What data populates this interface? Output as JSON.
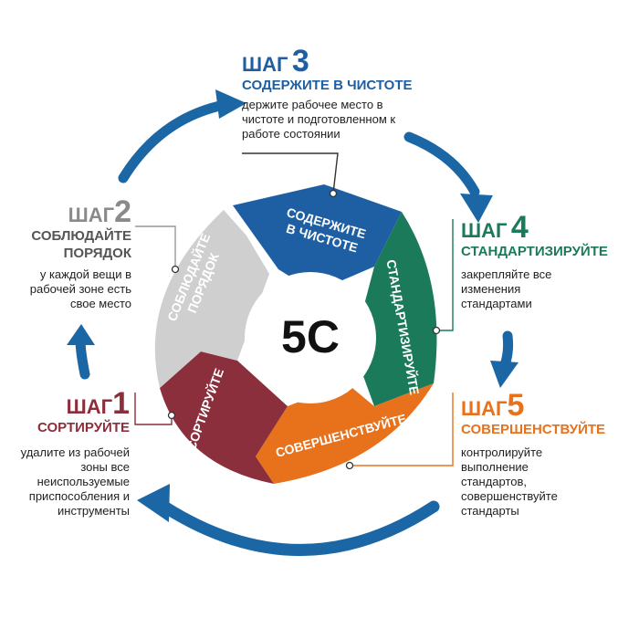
{
  "center_label": "5С",
  "colors": {
    "step1": "#8b2f3c",
    "step2": "#9b9b9b",
    "step3": "#1e5fa4",
    "step4": "#1a7a5a",
    "step5": "#e8711c",
    "arrow": "#1b67a6"
  },
  "steps": [
    {
      "word": "ШАГ",
      "number": "1",
      "title": "СОРТИРУЙТЕ",
      "segment_label": "СОРТИРУЙТЕ",
      "description": [
        "удалите из рабочей",
        "зоны все",
        "неиспользуемые",
        "приспособления и",
        "инструменты"
      ]
    },
    {
      "word": "ШАГ",
      "number": "2",
      "title_lines": [
        "СОБЛЮДАЙТЕ",
        "ПОРЯДОК"
      ],
      "segment_label_lines": [
        "СОБЛЮДАЙТЕ",
        "ПОРЯДОК"
      ],
      "description": [
        "у каждой вещи в",
        "рабочей зоне есть",
        "свое место"
      ]
    },
    {
      "word": "ШАГ",
      "number": "3",
      "title": "СОДЕРЖИТЕ В ЧИСТОТЕ",
      "segment_label_lines": [
        "СОДЕРЖИТЕ",
        "В ЧИСТОТЕ"
      ],
      "description": [
        "держите рабочее место в",
        "чистоте и подготовленном к",
        "работе состоянии"
      ]
    },
    {
      "word": "ШАГ",
      "number": "4",
      "title": "СТАНДАРТИЗИРУЙТЕ",
      "segment_label": "СТАНДАРТИЗИРУЙТЕ",
      "description": [
        "закрепляйте все",
        "изменения",
        "стандартами"
      ]
    },
    {
      "word": "ШАГ",
      "number": "5",
      "title": "СОВЕРШЕНСТВУЙТЕ",
      "segment_label": "СОВЕРШЕНСТВУЙТЕ",
      "description": [
        "контролируйте",
        "выполнение",
        "стандартов,",
        "совершенствуйте",
        "стандарты"
      ]
    }
  ]
}
